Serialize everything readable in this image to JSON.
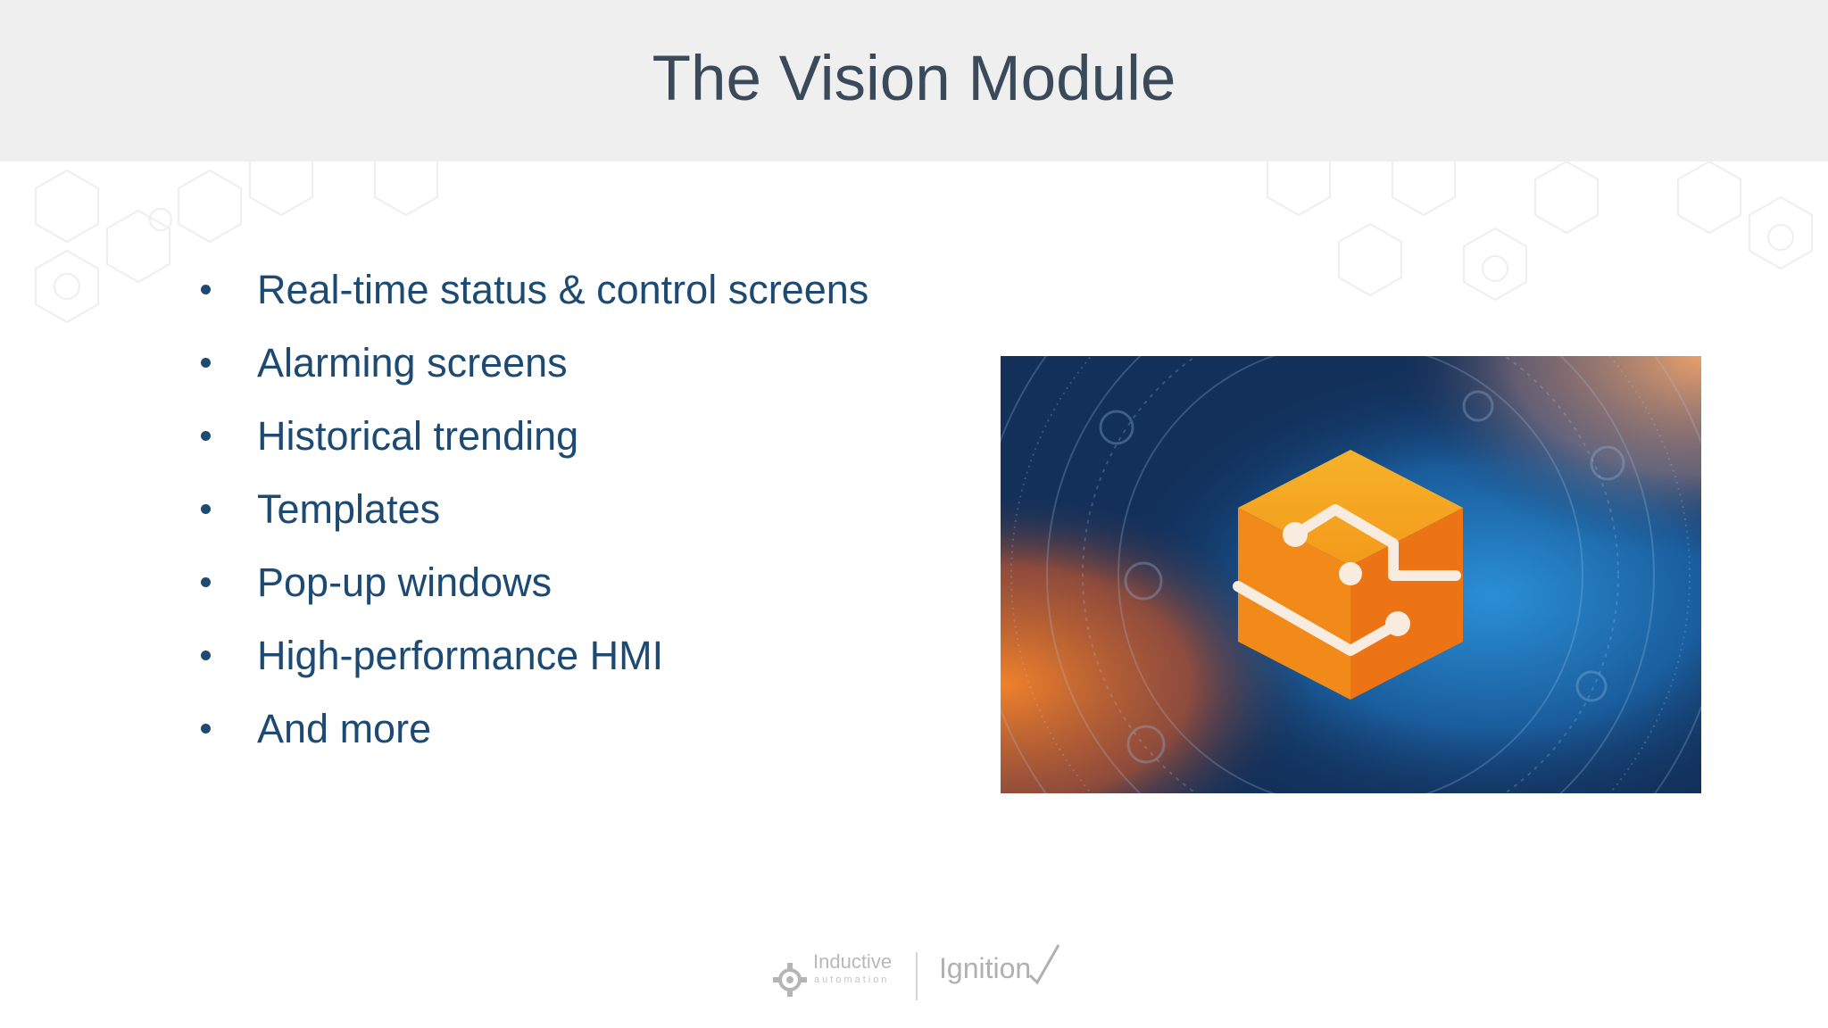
{
  "slide": {
    "title": "The Vision Module",
    "bullets": [
      "Real-time status & control screens",
      "Alarming screens",
      "Historical trending",
      "Templates",
      "Pop-up windows",
      "High-performance HMI",
      "And more"
    ]
  },
  "hero_image": {
    "icon": "vision-module-hexagon-icon",
    "colors": {
      "orange": "#f39a1a",
      "navy": "#12305a",
      "blue": "#2a7fc0"
    }
  },
  "footer": {
    "company": "Inductive",
    "company_sub": "automation",
    "product": "Ignition"
  },
  "colors": {
    "header_bg": "#efefef",
    "title": "#3a4a5a",
    "bullet_text": "#1d4a72"
  }
}
